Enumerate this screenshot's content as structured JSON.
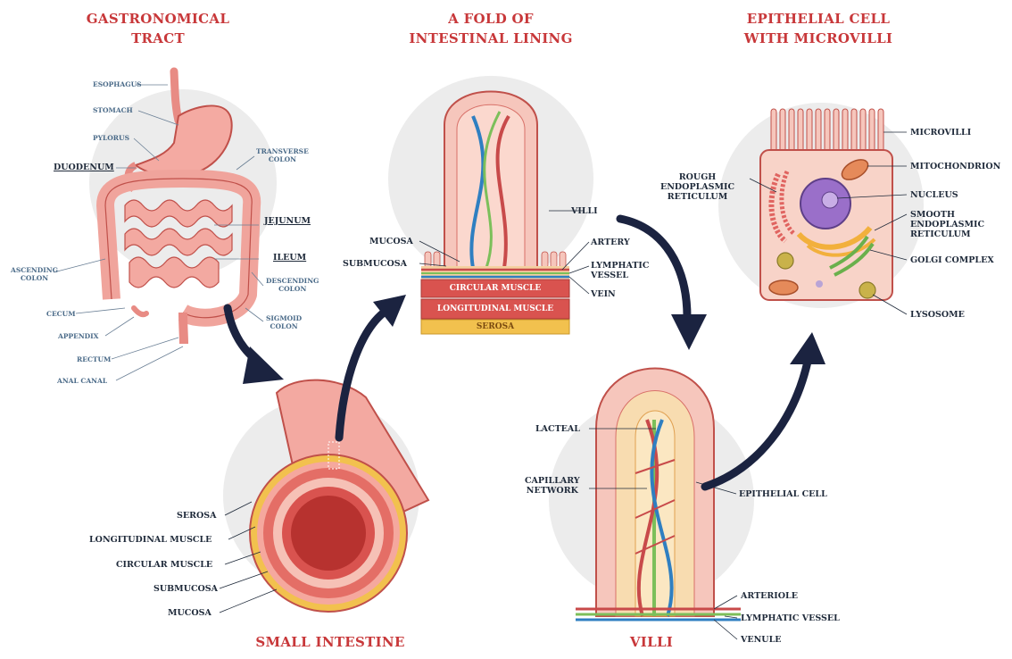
{
  "titles": {
    "gastro": [
      "GASTRONOMICAL",
      "TRACT"
    ],
    "fold": [
      "A FOLD OF",
      "INTESTINAL LINING"
    ],
    "epithelial": [
      "EPITHELIAL CELL",
      "WITH MICROVILLI"
    ],
    "small_intestine": "SMALL INTESTINE",
    "villi": "VILLI"
  },
  "tract_labels": {
    "esophagus": "ESOPHAGUS",
    "stomach": "STOMACH",
    "pylorus": "PYLORUS",
    "duodenum": "DUODENUM",
    "transverse_colon": [
      "TRANSVERSE",
      "COLON"
    ],
    "jejunum": "JEJUNUM",
    "ileum": "ILEUM",
    "ascending_colon": [
      "ASCENDING",
      "COLON"
    ],
    "descending_colon": [
      "DESCENDING",
      "COLON"
    ],
    "cecum": "CECUM",
    "appendix": "APPENDIX",
    "sigmoid_colon": [
      "SIGMOID",
      "COLON"
    ],
    "rectum": "RECTUM",
    "anal_canal": "ANAL CANAL"
  },
  "fold_labels": {
    "villi": "VILLI",
    "mucosa": "MUCOSA",
    "submucosa": "SUBMUCOSA",
    "artery": "ARTERY",
    "lymphatic_vessel": [
      "LYMPHATIC",
      "VESSEL"
    ],
    "vein": "VEIN",
    "circular_muscle": "CIRCULAR MUSCLE",
    "longitudinal_muscle": "LONGITUDINAL MUSCLE",
    "serosa": "SEROSA"
  },
  "cell_labels": {
    "microvilli": "MICROVILLI",
    "mitochondrion": "MITOCHONDRION",
    "rough_er": [
      "ROUGH",
      "ENDOPLASMIC",
      "RETICULUM"
    ],
    "nucleus": "NUCLEUS",
    "smooth_er": [
      "SMOOTH",
      "ENDOPLASMIC",
      "RETICULUM"
    ],
    "golgi": "GOLGI COMPLEX",
    "lysosome": "LYSOSOME"
  },
  "tube_labels": {
    "serosa": "SEROSA",
    "longitudinal_muscle": "LONGITUDINAL MUSCLE",
    "circular_muscle": "CIRCULAR MUSCLE",
    "submucosa": "SUBMUCOSA",
    "mucosa": "MUCOSA"
  },
  "villi_labels": {
    "lacteal": "LACTEAL",
    "capillary_network": [
      "CAPILLARY",
      "NETWORK"
    ],
    "epithelial_cell": "EPITHELIAL CELL",
    "arteriole": "ARTERIOLE",
    "lymphatic_vessel": "LYMPHATIC VESSEL",
    "venule": "VENULE"
  },
  "colors": {
    "title_red": "#c8383a",
    "label_dark": "#1f2a3a",
    "label_blue": "#4a6a88",
    "arrow_navy": "#1b2340",
    "tissue_pink": "#f2a8a0",
    "muscle_red": "#d9534f",
    "serosa_yellow": "#f2c14e",
    "vessel_blue": "#2f7fc1",
    "vessel_green": "#7cbf5a",
    "background_circle": "#ececec"
  }
}
